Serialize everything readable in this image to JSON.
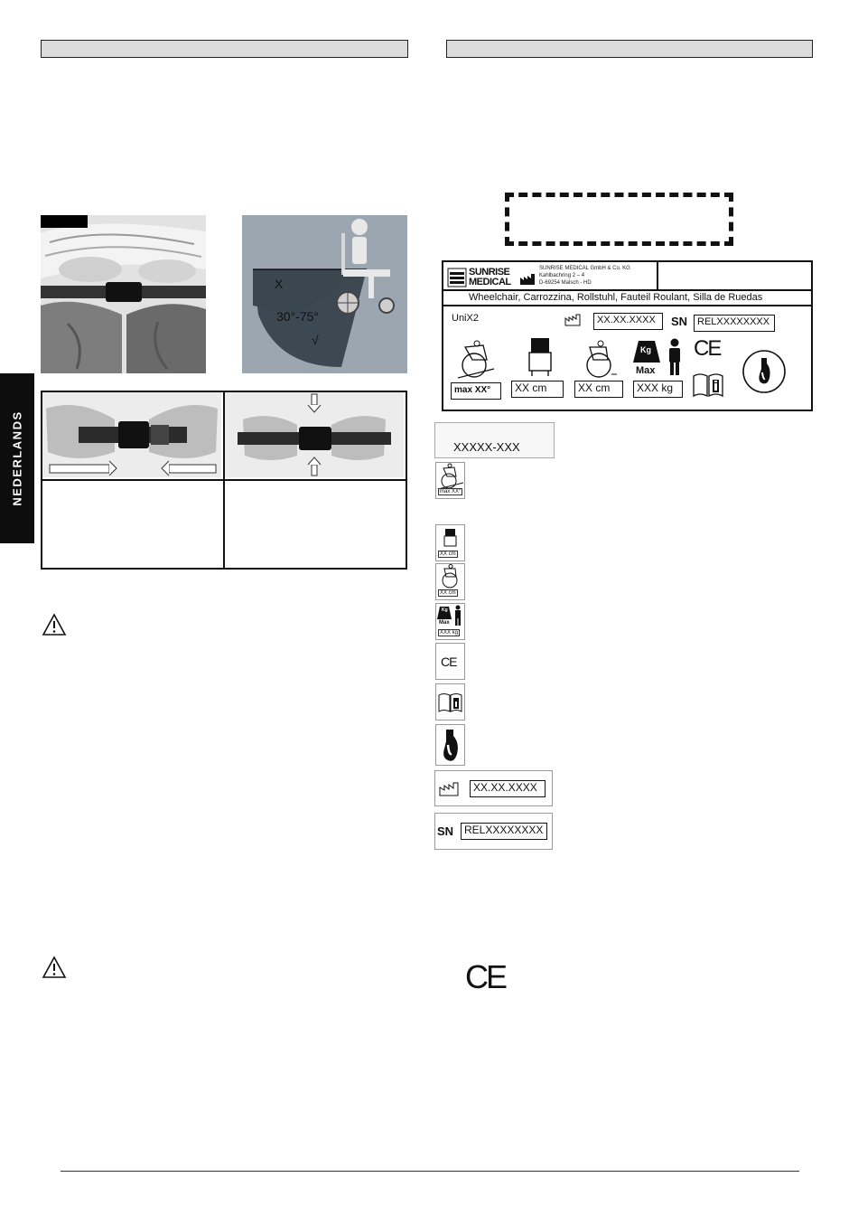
{
  "side_tab": {
    "label": "NEDERLANDS"
  },
  "plate": {
    "brand_line1": "SUNRISE",
    "brand_line2": "MEDICAL",
    "company": "SUNRISE MEDICAL GmbH & Co. KG",
    "street": "Kahlbachring 2 – 4",
    "city": "D-69254 Malsch - HD",
    "products": "Wheelchair, Carrozzina, Rollstuhl, Fauteil Roulant, Silla de Ruedas",
    "model": "UniX2",
    "date_value": "XX.XX.XXXX",
    "sn_label": "SN",
    "serial_value": "RELXXXXXXXX",
    "max_value": "max XX°",
    "seat_width": "XX cm",
    "width": "XX cm",
    "weight_value": "XXX kg",
    "weight_kg": "Kg",
    "weight_max": "Max",
    "ce": "CE"
  },
  "diagram": {
    "x_label": "X",
    "angle_label": "30°-75°",
    "check": "√"
  },
  "legend": {
    "article_number": "XXXXX-XXX",
    "max_small": "max XX°",
    "seat_small": "XX cm",
    "width_small": "XX cm",
    "weight_small_kg": "Kg",
    "weight_small_max": "Max",
    "weight_small": "XXX kg",
    "ce_small": "CE",
    "date_value": "XX.XX.XXXX",
    "sn_label": "SN",
    "serial_value": "RELXXXXXXXX"
  },
  "big_ce": "CE",
  "colors": {
    "header_bar": "#dcdcdc",
    "diagram_bg": "#9aa4ae",
    "side_tab": "#0d0d0d"
  }
}
